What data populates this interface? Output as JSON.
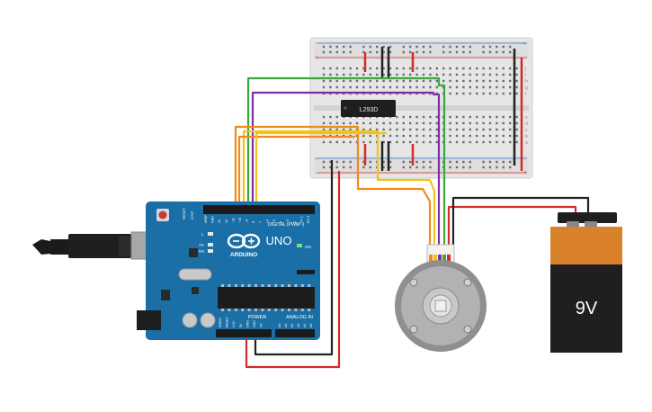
{
  "breadboard": {
    "row_letters_top": [
      "j",
      "i",
      "h",
      "g",
      "f"
    ],
    "row_letters_bottom": [
      "e",
      "d",
      "c",
      "b",
      "a"
    ],
    "rail_plus": "+",
    "rail_minus": "-"
  },
  "chip": {
    "label": "L293D"
  },
  "arduino": {
    "brand": "ARDUINO",
    "model": "UNO",
    "digital_label": "DIGITAL (PWM~)",
    "power_label": "POWER",
    "analog_label": "ANALOG IN",
    "on_label": "ON",
    "led_l": "L",
    "led_tx": "TX",
    "led_rx": "RX",
    "reset_label": "RESET",
    "icsp_label": "ICSP",
    "digital_pins": [
      "AREF",
      "GND",
      "13",
      "12",
      "~11",
      "~10",
      "~9",
      "8",
      "7",
      "~6",
      "~5",
      "4",
      "~3",
      "2",
      "TX 1",
      "RX 0"
    ],
    "power_pins": [
      "IOREF",
      "RESET",
      "3.3V",
      "5V",
      "GND",
      "GND",
      "Vin"
    ],
    "analog_pins": [
      "A0",
      "A1",
      "A2",
      "A3",
      "A4",
      "A5"
    ]
  },
  "battery": {
    "label": "9V"
  },
  "colors": {
    "board_blue": "#1a6fa6",
    "wire_red": "#d42a2a",
    "wire_black": "#222222",
    "wire_green": "#3aa83a",
    "wire_purple": "#7b2fa6",
    "wire_orange": "#f08a1a",
    "wire_yellow": "#f2c21a",
    "battery_orange": "#d9822b"
  }
}
